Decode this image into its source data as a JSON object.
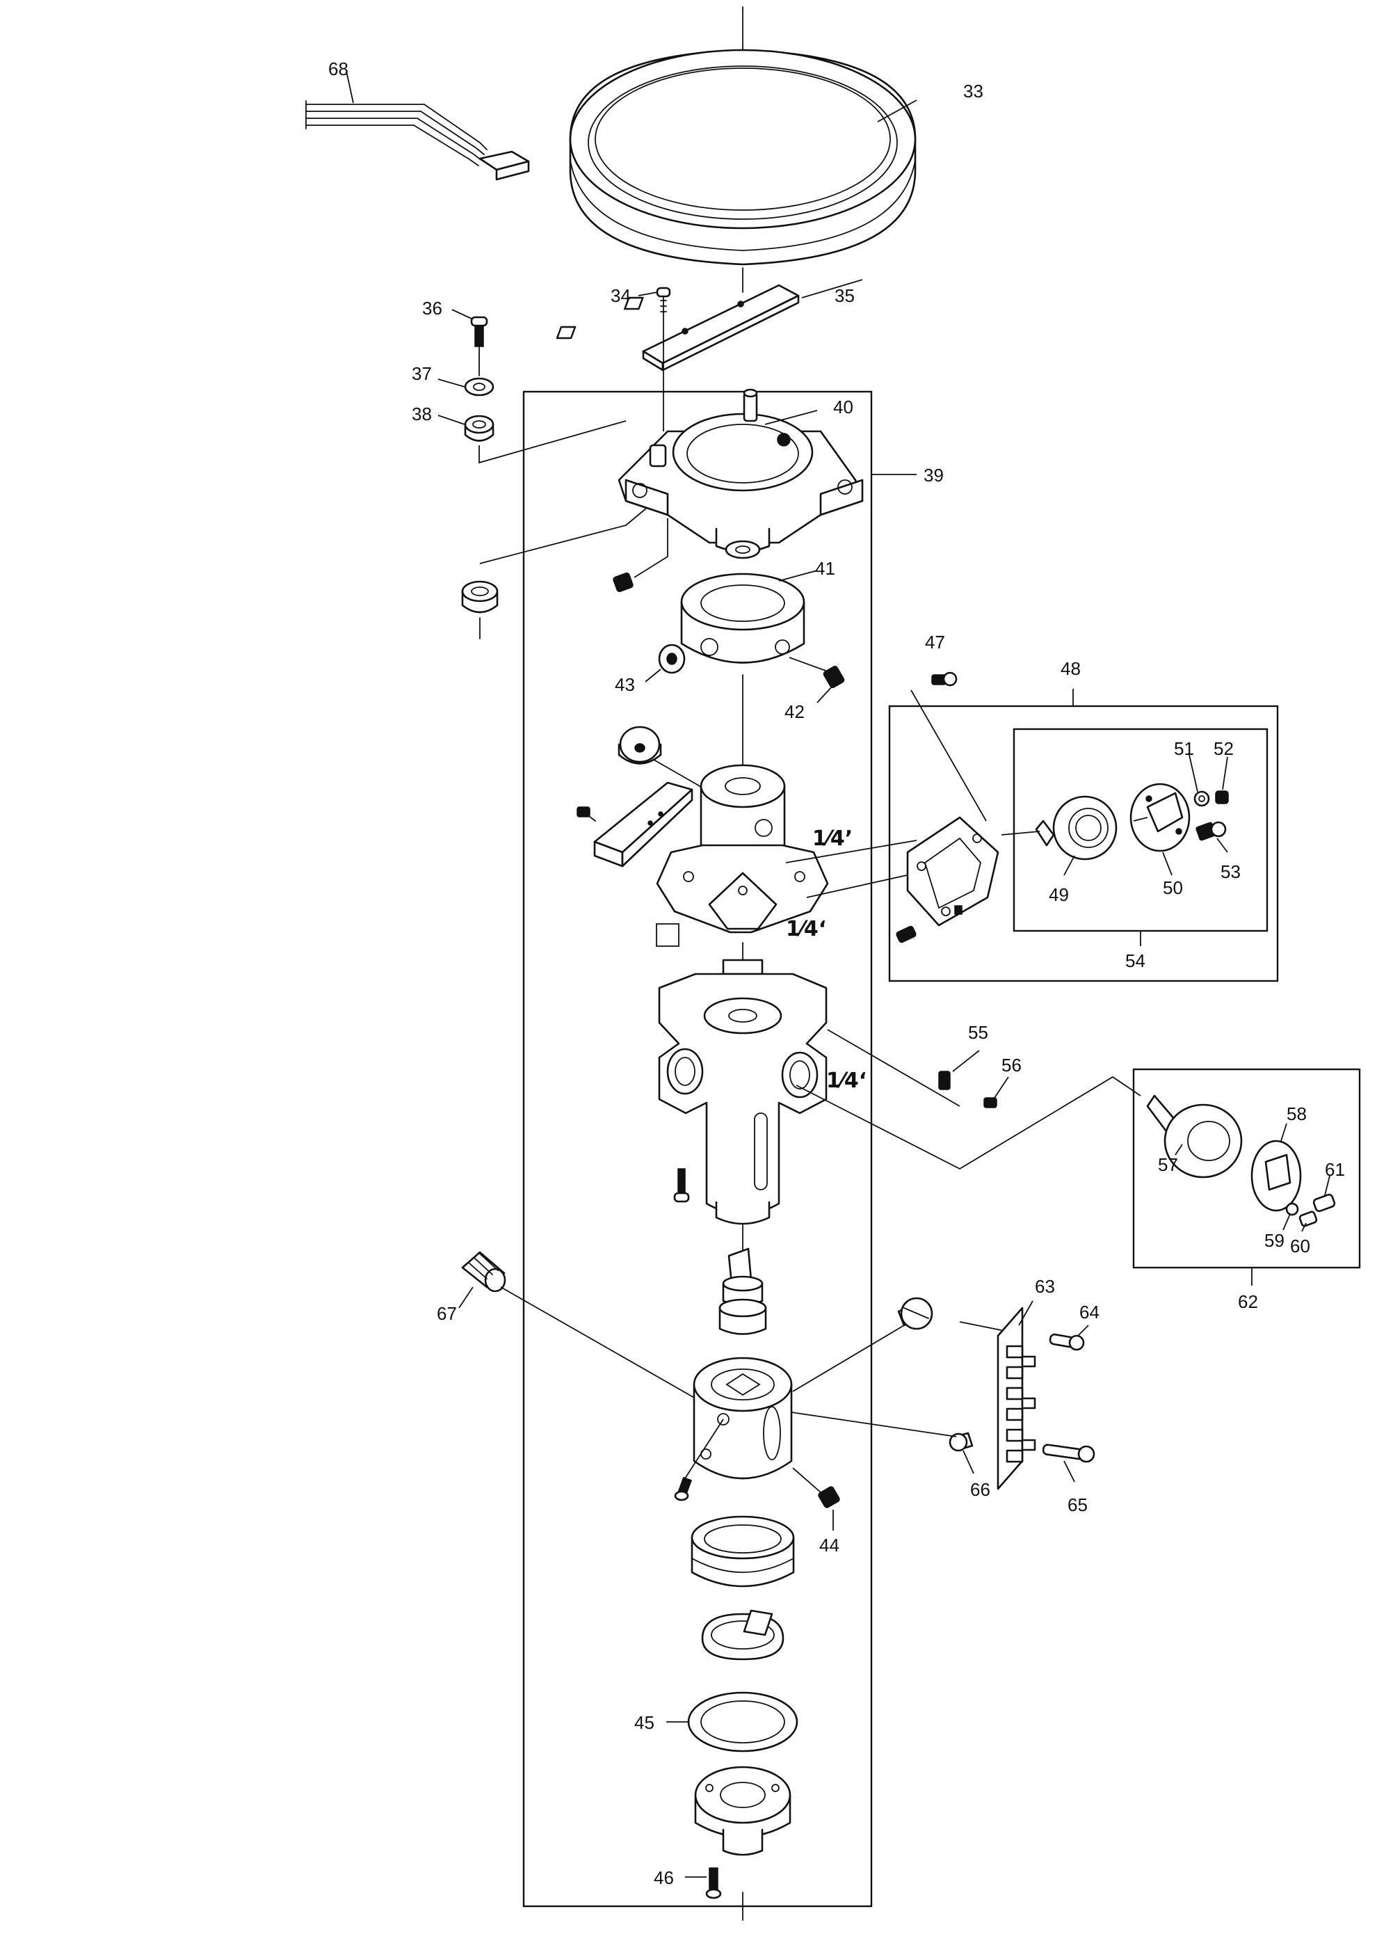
{
  "diagram": {
    "callouts": [
      {
        "id": "68",
        "text": "68"
      },
      {
        "id": "33",
        "text": "33"
      },
      {
        "id": "34",
        "text": "34"
      },
      {
        "id": "35",
        "text": "35"
      },
      {
        "id": "36",
        "text": "36"
      },
      {
        "id": "37",
        "text": "37"
      },
      {
        "id": "38",
        "text": "38"
      },
      {
        "id": "40",
        "text": "40"
      },
      {
        "id": "39",
        "text": "39"
      },
      {
        "id": "41",
        "text": "41"
      },
      {
        "id": "43",
        "text": "43"
      },
      {
        "id": "42",
        "text": "42"
      },
      {
        "id": "47",
        "text": "47"
      },
      {
        "id": "48",
        "text": "48"
      },
      {
        "id": "51",
        "text": "51"
      },
      {
        "id": "52",
        "text": "52"
      },
      {
        "id": "49",
        "text": "49"
      },
      {
        "id": "50",
        "text": "50"
      },
      {
        "id": "53",
        "text": "53"
      },
      {
        "id": "54",
        "text": "54"
      },
      {
        "id": "55",
        "text": "55"
      },
      {
        "id": "56",
        "text": "56"
      },
      {
        "id": "58",
        "text": "58"
      },
      {
        "id": "57",
        "text": "57"
      },
      {
        "id": "61",
        "text": "61"
      },
      {
        "id": "59",
        "text": "59"
      },
      {
        "id": "60",
        "text": "60"
      },
      {
        "id": "62",
        "text": "62"
      },
      {
        "id": "67",
        "text": "67"
      },
      {
        "id": "63",
        "text": "63"
      },
      {
        "id": "64",
        "text": "64"
      },
      {
        "id": "66",
        "text": "66"
      },
      {
        "id": "65",
        "text": "65"
      },
      {
        "id": "44",
        "text": "44"
      },
      {
        "id": "45",
        "text": "45"
      },
      {
        "id": "46",
        "text": "46"
      }
    ],
    "notes": [
      {
        "id": "n1",
        "text": "1⁄4’"
      },
      {
        "id": "n2",
        "text": "1⁄4‘"
      },
      {
        "id": "n3",
        "text": "1⁄4‘"
      }
    ]
  }
}
